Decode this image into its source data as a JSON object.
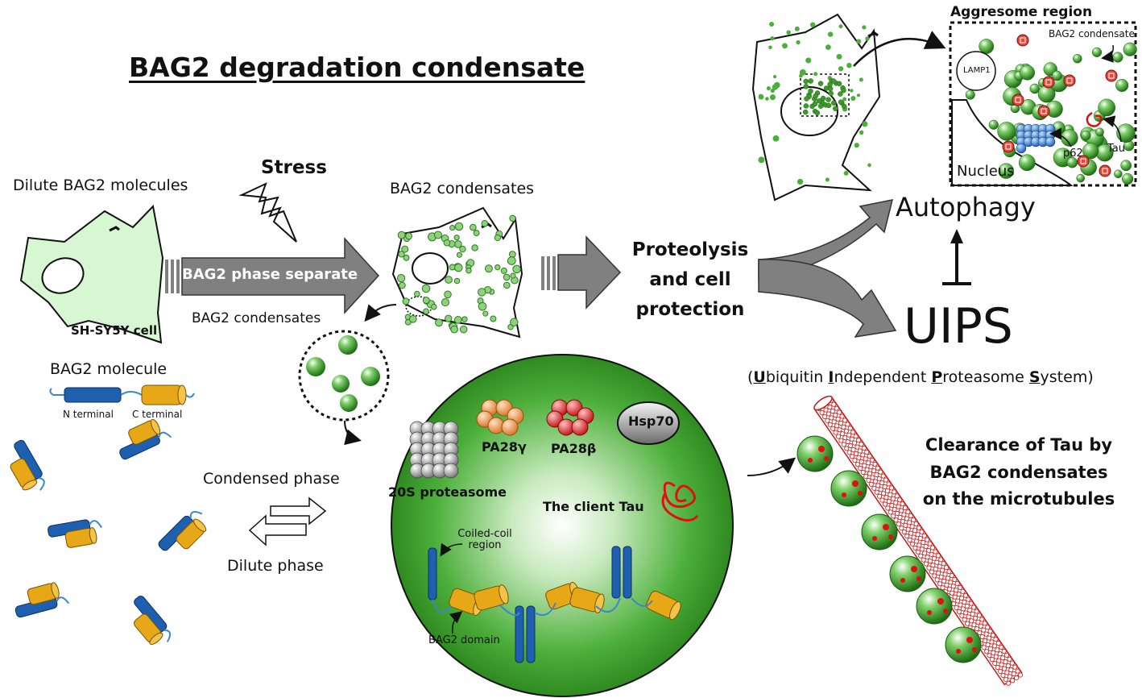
{
  "title": "BAG2 degradation condensate",
  "stress": "Stress",
  "dilute_bag2_molecules": "Dilute BAG2 molecules",
  "cell_label": "SH-SY5Y cell",
  "phase_separate_arrow": "BAG2 phase separate",
  "bag2_condensates_top": "BAG2 condensates",
  "bag2_condensates_side": "BAG2 condensates",
  "proteolysis": [
    "Proteolysis",
    "and cell",
    "protection"
  ],
  "molecule": {
    "title": "BAG2 molecule",
    "n_terminal": "N terminal",
    "c_terminal": "C terminal"
  },
  "condensed_phase": "Condensed phase",
  "dilute_phase": "Dilute phase",
  "condensate_contents": {
    "proteasome_20s": "20S proteasome",
    "pa28_gamma": "PA28γ",
    "pa28_beta": "PA28β",
    "hsp70": "Hsp70",
    "client_tau": "The client Tau",
    "coiled_coil": [
      "Coiled-coil",
      "region"
    ],
    "bag2_domain": "BAG2 domain"
  },
  "aggresome": {
    "title": "Aggresome region",
    "bag2_condensate": "BAG2 condensate",
    "lamp1": "LAMP1",
    "tau": "Tau",
    "p62": "p62",
    "nucleus": "Nucleus"
  },
  "autophagy": "Autophagy",
  "uips": "UIPS",
  "uips_full": {
    "open": "(",
    "u": "U",
    "u_rest": "biquitin ",
    "i": "I",
    "i_rest": "ndependent ",
    "p": "P",
    "p_rest": "roteasome ",
    "s": "S",
    "s_rest": "ystem)"
  },
  "clearance": [
    "Clearance of Tau by",
    "BAG2 condensates",
    "on the microtubules"
  ],
  "colors": {
    "cell_fill": "#d6f7d2",
    "condensate_green": "#3d9b2a",
    "arrow_gray": "#808080",
    "tau_red": "#e01010",
    "helix_blue": "#1f5fb0",
    "helix_gold": "#e6a817"
  }
}
